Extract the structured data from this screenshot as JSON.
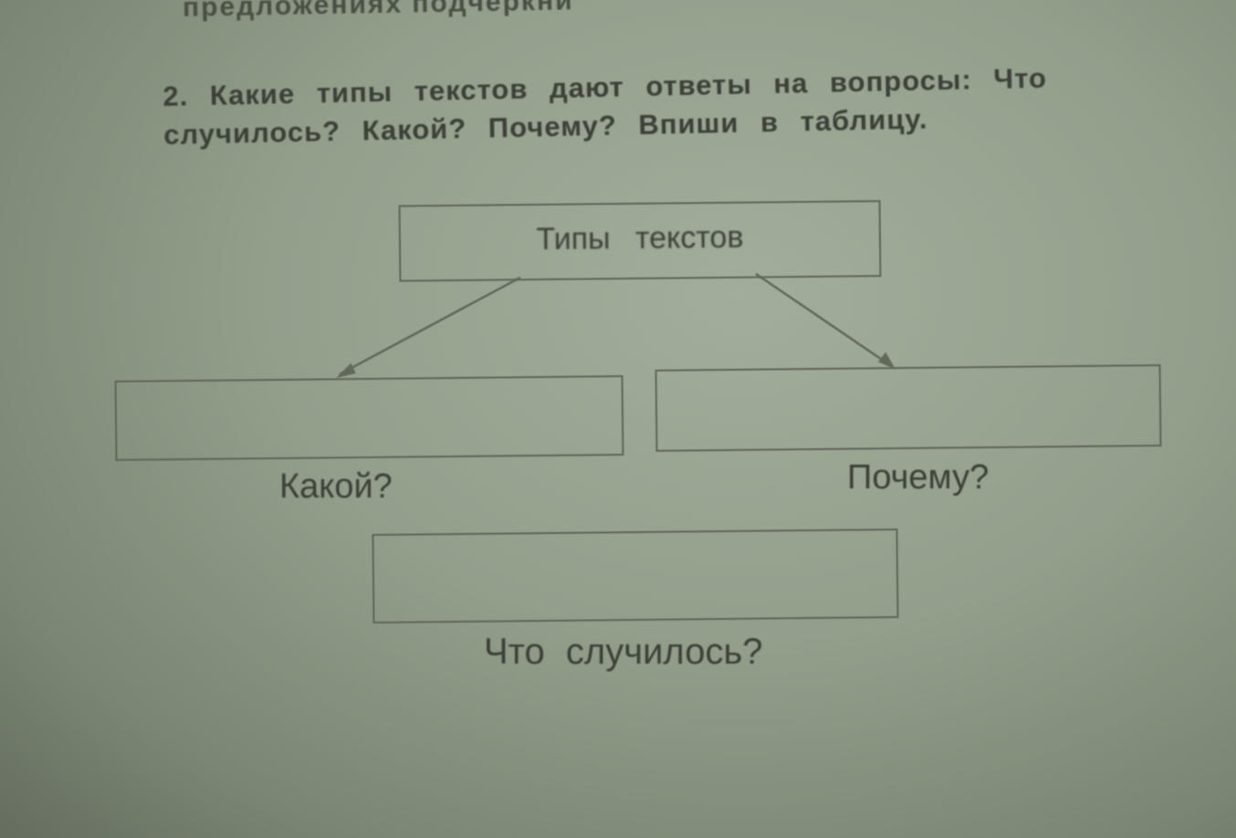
{
  "page": {
    "top_partial_line": "предложениях подчеркни",
    "task": {
      "number": "2.",
      "line1": "Какие типы текстов дают ответы на вопросы: Что",
      "line2": "случилось? Какой? Почему? Впиши в таблицу."
    },
    "diagram": {
      "root_label": "Типы текстов",
      "boxes": [
        {
          "label": "Какой?",
          "answer": ""
        },
        {
          "label": "Почему?",
          "answer": ""
        },
        {
          "label": "Что случилось?",
          "answer": ""
        }
      ]
    }
  }
}
